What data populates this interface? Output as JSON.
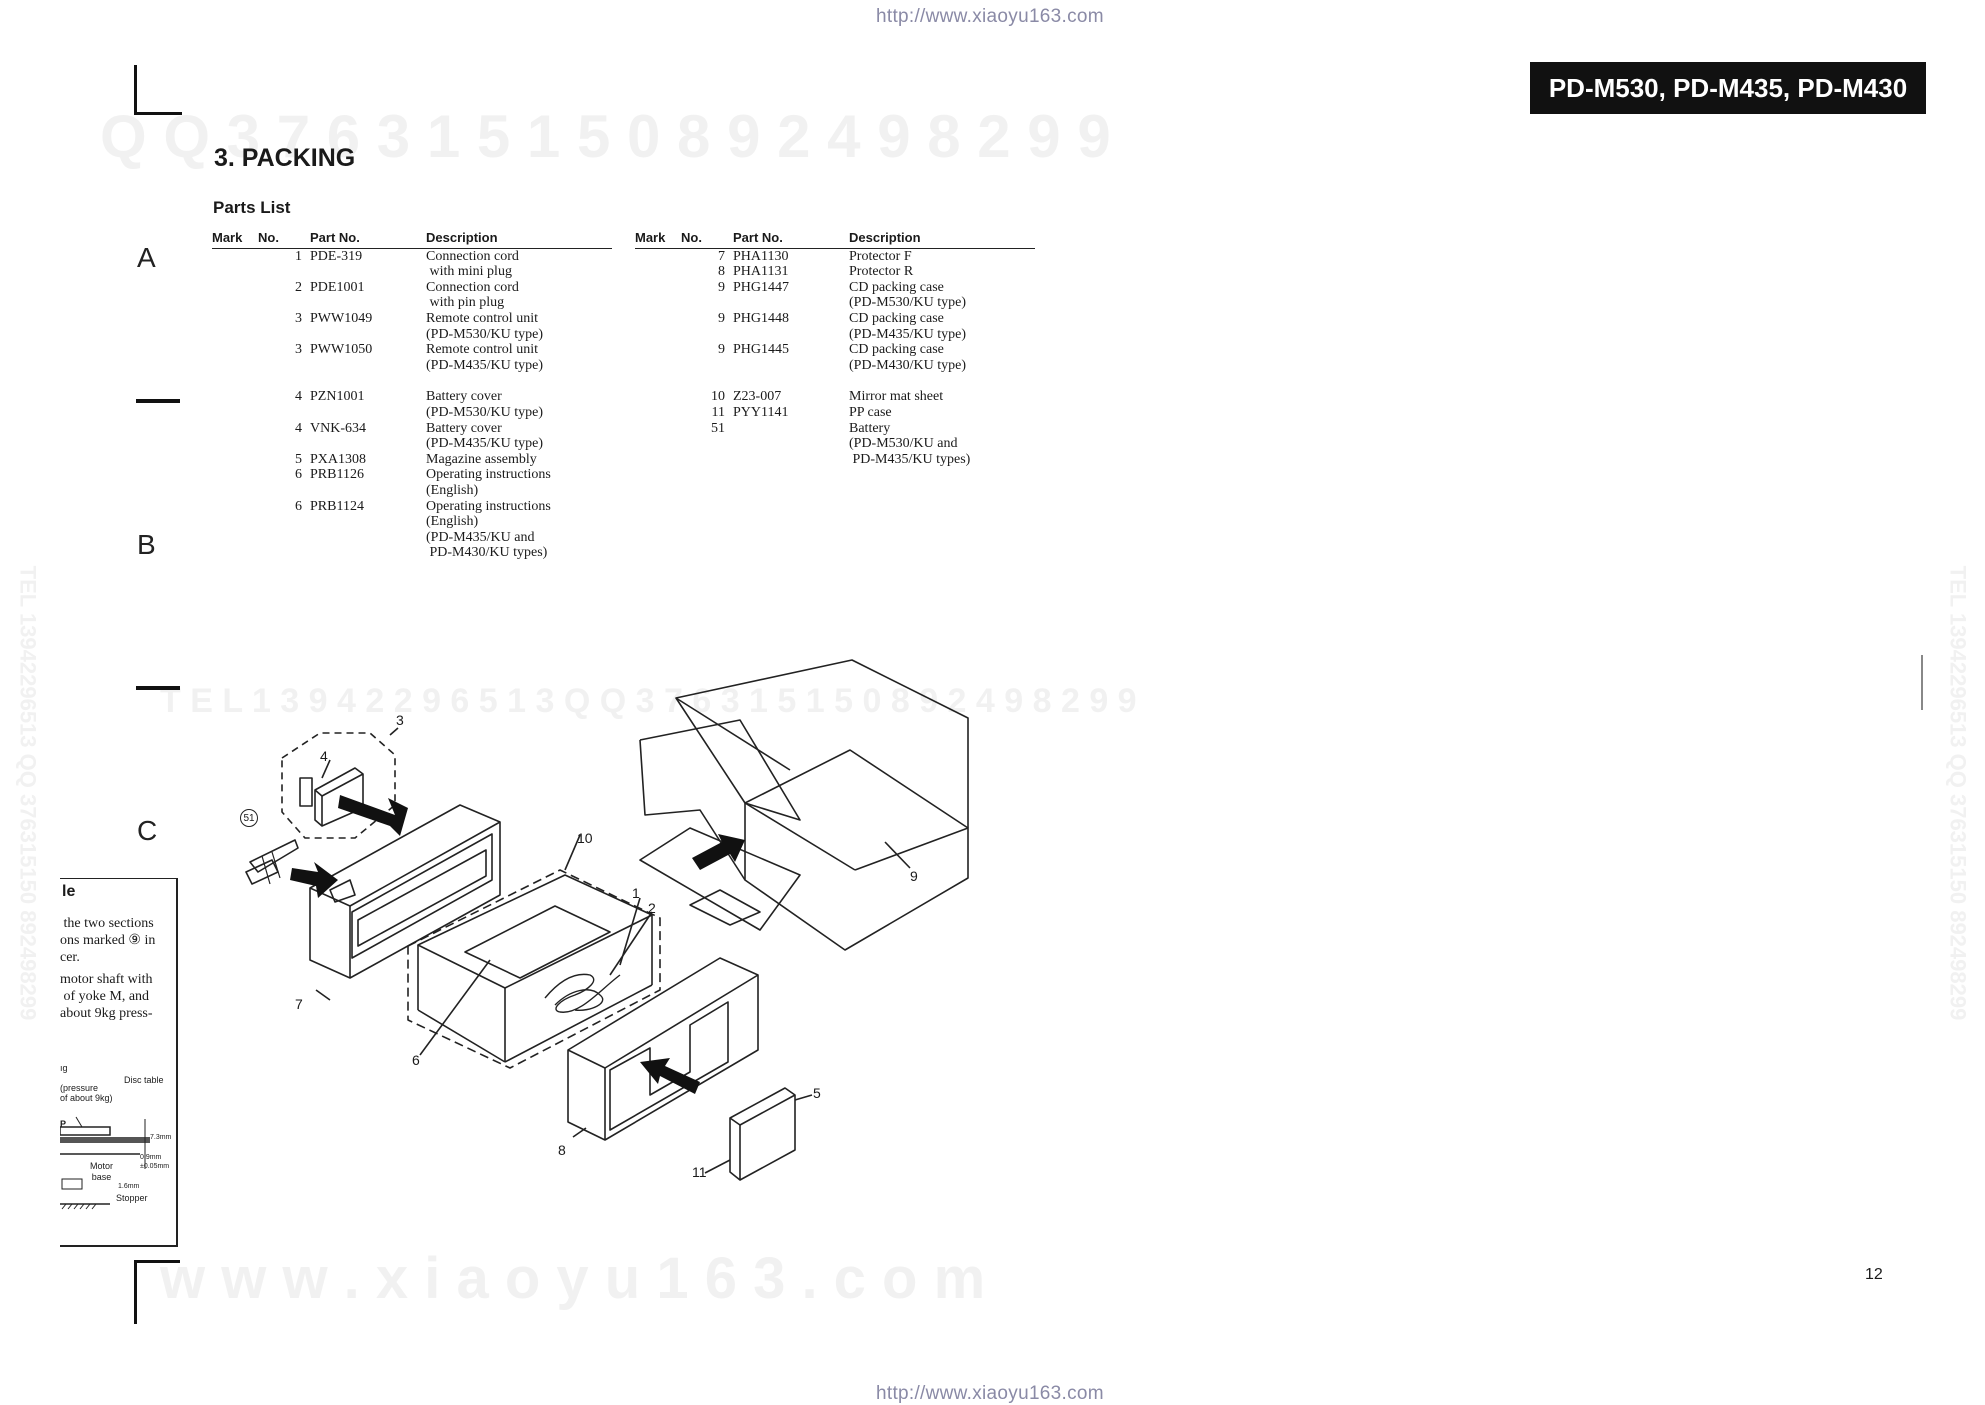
{
  "header": {
    "url_top": "http://www.xiaoyu163.com",
    "models": "PD-M530, PD-M435, PD-M430"
  },
  "footer": {
    "url_bottom": "http://www.xiaoyu163.com",
    "page_number": "12"
  },
  "watermarks": {
    "top": "Q Q   3 7 6 3 1 5 1 5 0        8 9 2 4 9 8 2 9 9",
    "middle": "T E L   1 3 9 4 2 2 9 6 5 1 3      Q Q   3 7 6 3 1 5 1 5 0   8 9 2 4 9 8 2 9 9",
    "bottom": "w w w . x i a o y u 1 6 3 . c o m",
    "left_vertical": "TEL 13942296513  QQ 376315150  892498299",
    "right_vertical": "TEL 13942296513  QQ 376315150  892498299"
  },
  "zones": [
    "A",
    "B",
    "C"
  ],
  "section": {
    "title": "3.  PACKING",
    "parts_list_title": "Parts List"
  },
  "columns": {
    "mark": "Mark",
    "no": "No.",
    "part_no": "Part No.",
    "description": "Description"
  },
  "parts_left": [
    {
      "mark": "",
      "no": "1",
      "part_no": "PDE-319",
      "desc": "Connection cord\n with mini plug"
    },
    {
      "mark": "",
      "no": "2",
      "part_no": "PDE1001",
      "desc": "Connection cord\n with pin plug"
    },
    {
      "mark": "",
      "no": "3",
      "part_no": "PWW1049",
      "desc": "Remote control unit\n(PD-M530/KU type)"
    },
    {
      "mark": "",
      "no": "3",
      "part_no": "PWW1050",
      "desc": "Remote control unit\n(PD-M435/KU type)"
    },
    {
      "mark": "",
      "no": "4",
      "part_no": "PZN1001",
      "desc": "Battery cover\n(PD-M530/KU type)"
    },
    {
      "mark": "",
      "no": "4",
      "part_no": "VNK-634",
      "desc": "Battery cover\n(PD-M435/KU type)"
    },
    {
      "mark": "",
      "no": "5",
      "part_no": "PXA1308",
      "desc": "Magazine assembly"
    },
    {
      "mark": "",
      "no": "6",
      "part_no": "PRB1126",
      "desc": "Operating instructions\n(English)"
    },
    {
      "mark": "",
      "no": "6",
      "part_no": "PRB1124",
      "desc": "Operating instructions\n(English)\n(PD-M435/KU and\n PD-M430/KU types)"
    }
  ],
  "parts_right": [
    {
      "mark": "",
      "no": "7",
      "part_no": "PHA1130",
      "desc": "Protector F"
    },
    {
      "mark": "",
      "no": "8",
      "part_no": "PHA1131",
      "desc": "Protector R"
    },
    {
      "mark": "",
      "no": "9",
      "part_no": "PHG1447",
      "desc": "CD packing case\n(PD-M530/KU type)"
    },
    {
      "mark": "",
      "no": "9",
      "part_no": "PHG1448",
      "desc": "CD packing case\n(PD-M435/KU type)"
    },
    {
      "mark": "",
      "no": "9",
      "part_no": "PHG1445",
      "desc": "CD packing case\n(PD-M430/KU type)"
    },
    {
      "mark": "",
      "no": "10",
      "part_no": "Z23-007",
      "desc": "Mirror mat sheet"
    },
    {
      "mark": "",
      "no": "11",
      "part_no": "PYY1141",
      "desc": "PP case"
    },
    {
      "mark": "",
      "no": "51",
      "part_no": "",
      "desc": "Battery\n(PD-M530/KU and\n PD-M435/KU types)"
    }
  ],
  "side_panel": {
    "title": "le",
    "text1": " the two sections\nons marked ⑨ in\ncer.",
    "text2": "motor shaft with\n of yoke M, and\nabout 9kg press-",
    "labels": {
      "g": "ıg",
      "pressure": "(pressure\nof about 9kg)",
      "disc_table": "Disc table",
      "p": "P",
      "d1": "7.3mm",
      "d2": "0.9mm\n±0.05mm",
      "d3": "1.6mm",
      "motor_base": "Motor\nbase",
      "stopper": "Stopper"
    }
  },
  "diagram": {
    "callouts": {
      "c1": "1",
      "c2": "2",
      "c3": "3",
      "c4": "4",
      "c5": "5",
      "c6": "6",
      "c7": "7",
      "c8": "8",
      "c9": "9",
      "c10": "10",
      "c11": "11",
      "c51": "51"
    }
  }
}
